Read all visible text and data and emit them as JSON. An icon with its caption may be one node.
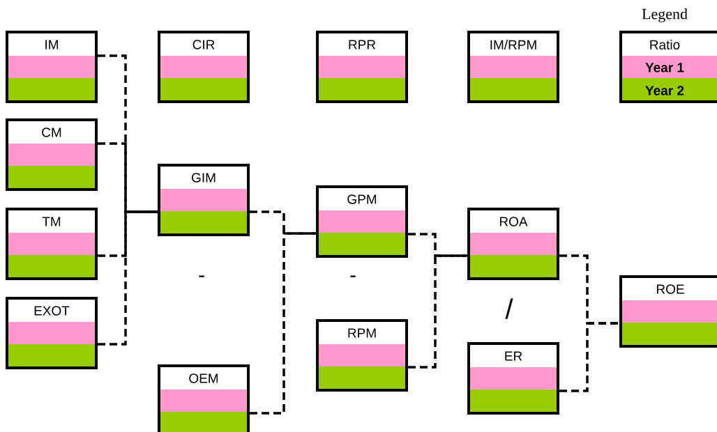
{
  "diagram": {
    "nodes": [
      {
        "text": [
          "IM"
        ]
      },
      {
        "text": [
          "CIR"
        ]
      },
      {
        "text": [
          "RPR"
        ]
      },
      {
        "text": [
          "IM/RPM"
        ]
      },
      {
        "text": [
          "CM"
        ]
      },
      {
        "text": [
          "GIM"
        ]
      },
      {
        "text": [
          "TM"
        ]
      },
      {
        "text": [
          "GPM"
        ]
      },
      {
        "text": [
          "ROA"
        ]
      },
      {
        "text": [
          "EXOT"
        ]
      },
      {
        "text": [
          "ROE"
        ]
      },
      {
        "text": [
          "RPM"
        ]
      },
      {
        "text": [
          "ER"
        ]
      },
      {
        "text": [
          "OEM"
        ]
      }
    ],
    "edges": [
      {
        "from": 0,
        "to": 5,
        "arrow": "none",
        "style": "dashed"
      },
      {
        "from": 4,
        "to": 5,
        "arrow": "none",
        "style": "dashed"
      },
      {
        "from": 6,
        "to": 5,
        "arrow": "none",
        "style": "dashed"
      },
      {
        "from": 9,
        "to": 5,
        "arrow": "none",
        "style": "dashed"
      },
      {
        "from": 5,
        "to": 7,
        "arrow": "none",
        "style": "dashed"
      },
      {
        "from": 13,
        "to": 7,
        "arrow": "none",
        "style": "dashed"
      },
      {
        "from": 7,
        "to": 8,
        "arrow": "none",
        "style": "dashed"
      },
      {
        "from": 11,
        "to": 8,
        "arrow": "none",
        "style": "dashed"
      },
      {
        "from": 8,
        "to": 10,
        "arrow": "none",
        "style": "dashed"
      },
      {
        "from": 12,
        "to": 10,
        "arrow": "none",
        "style": "dashed"
      }
    ],
    "labels": [
      "Legend",
      "-",
      "-",
      "/"
    ],
    "legend": [
      {
        "text": "Ratio",
        "color": "#ffffff"
      },
      {
        "text": "Year 1",
        "color": "#ff99cc"
      },
      {
        "text": "Year 2",
        "color": "#99cc00"
      }
    ]
  }
}
